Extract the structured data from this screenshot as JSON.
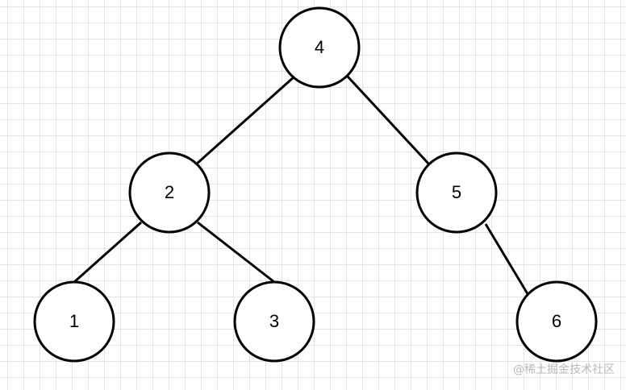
{
  "tree": {
    "nodes": [
      {
        "id": "n4",
        "label": "4"
      },
      {
        "id": "n2",
        "label": "2"
      },
      {
        "id": "n5",
        "label": "5"
      },
      {
        "id": "n1",
        "label": "1"
      },
      {
        "id": "n3",
        "label": "3"
      },
      {
        "id": "n6",
        "label": "6"
      }
    ],
    "edges": [
      {
        "from": "n4",
        "to": "n2"
      },
      {
        "from": "n4",
        "to": "n5"
      },
      {
        "from": "n2",
        "to": "n1"
      },
      {
        "from": "n2",
        "to": "n3"
      },
      {
        "from": "n5",
        "to": "n6"
      }
    ]
  },
  "watermark": {
    "text": "@稀土掘金技术社区"
  },
  "colors": {
    "stroke": "#000000",
    "grid": "#e3e3e3",
    "watermark": "#b9b9b9"
  }
}
